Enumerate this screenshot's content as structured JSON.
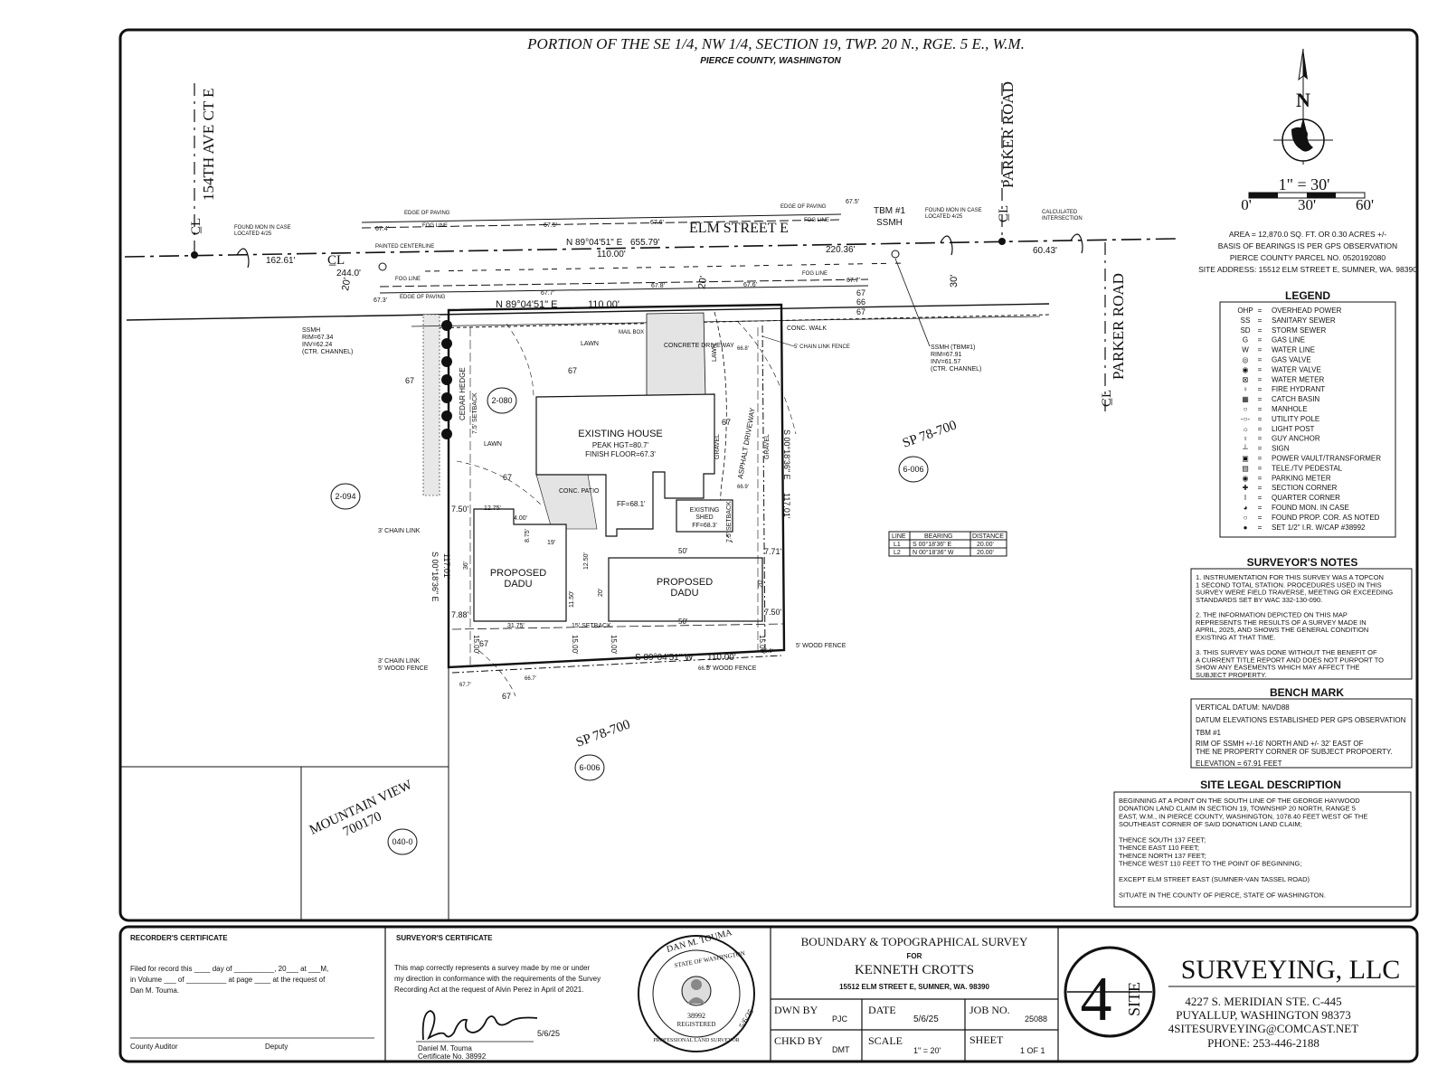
{
  "header": {
    "title": "PORTION OF THE SE 1/4, NW 1/4, SECTION 19, TWP. 20 N., RGE. 5 E., W.M.",
    "county": "PIERCE COUNTY, WASHINGTON"
  },
  "roads": {
    "ave": "154TH AVE CT E",
    "parker": "PARKER ROAD",
    "elm": "ELM STREET E",
    "cl": "C̲L"
  },
  "north": {
    "n": "N",
    "scale": "1\" = 30'",
    "t0": "0'",
    "t1": "30'",
    "t2": "60'"
  },
  "info": {
    "area": "AREA = 12,870.0 SQ. FT. OR 0.30 ACRES +/-",
    "basis": "BASIS OF BEARINGS IS PER GPS OBSERVATION",
    "parcel": "PIERCE COUNTY PARCEL NO. 0520192080",
    "site": "SITE ADDRESS: 15512 ELM STREET E, SUMNER, WA. 98390"
  },
  "legend": {
    "title": "LEGEND",
    "items": [
      {
        "sym": "OHP",
        "desc": "OVERHEAD POWER"
      },
      {
        "sym": "SS",
        "desc": "SANITARY SEWER"
      },
      {
        "sym": "SD",
        "desc": "STORM SEWER"
      },
      {
        "sym": "G",
        "desc": "GAS LINE"
      },
      {
        "sym": "W",
        "desc": "WATER LINE"
      },
      {
        "sym": "◎",
        "desc": "GAS VALVE"
      },
      {
        "sym": "◉",
        "desc": "WATER VALVE"
      },
      {
        "sym": "⊠",
        "desc": "WATER METER"
      },
      {
        "sym": "♀",
        "desc": "FIRE HYDRANT"
      },
      {
        "sym": "▦",
        "desc": "CATCH BASIN"
      },
      {
        "sym": "○",
        "desc": "MANHOLE"
      },
      {
        "sym": "-○-",
        "desc": "UTILITY POLE"
      },
      {
        "sym": "☼",
        "desc": "LIGHT POST"
      },
      {
        "sym": "♀",
        "desc": "GUY ANCHOR"
      },
      {
        "sym": "┴",
        "desc": "SIGN"
      },
      {
        "sym": "▣",
        "desc": "POWER VAULT/TRANSFORMER"
      },
      {
        "sym": "▤",
        "desc": "TELE./TV PEDESTAL"
      },
      {
        "sym": "◉",
        "desc": "PARKING METER"
      },
      {
        "sym": "✚",
        "desc": "SECTION CORNER"
      },
      {
        "sym": "I",
        "desc": "QUARTER CORNER"
      },
      {
        "sym": "◕",
        "desc": "FOUND MON. IN CASE"
      },
      {
        "sym": "○",
        "desc": "FOUND PROP. COR. AS NOTED"
      },
      {
        "sym": "●",
        "desc": "SET 1/2\" I.R. W/CAP #38992"
      }
    ]
  },
  "notes": {
    "title": "SURVEYOR'S NOTES",
    "lines": [
      "1. INSTRUMENTATION FOR THIS SURVEY WAS A TOPCON",
      "1 SECOND TOTAL STATION. PROCEDURES USED IN THIS",
      "SURVEY WERE FIELD TRAVERSE, MEETING OR EXCEEDING",
      "STANDARDS SET BY WAC 332-130-090.",
      "",
      "2. THE INFORMATION DEPICTED ON THIS MAP",
      "REPRESENTS THE RESULTS OF A SURVEY MADE IN",
      "APRIL, 2025, AND SHOWS THE GENERAL CONDITION",
      "EXISTING AT THAT TIME.",
      "",
      "3. THIS SURVEY WAS DONE WITHOUT THE BENEFIT OF",
      "A CURRENT TITLE REPORT AND DOES NOT PURPORT TO",
      "SHOW ANY EASEMENTS WHICH MAY AFFECT THE",
      "SUBJECT PROPERTY."
    ]
  },
  "bench": {
    "title": "BENCH MARK",
    "lines": [
      "VERTICAL DATUM: NAVD88",
      "DATUM ELEVATIONS ESTABLISHED PER GPS OBSERVATION",
      "TBM #1",
      "RIM OF SSMH +/-16' NORTH AND +/- 32' EAST OF",
      "THE NE PROPERTY CORNER OF SUBJECT PROPOERTY.",
      "ELEVATION = 67.91 FEET"
    ]
  },
  "legal": {
    "title": "SITE LEGAL DESCRIPTION",
    "lines": [
      "BEGINNING AT A POINT ON THE SOUTH LINE OF THE GEORGE HAYWOOD",
      "DONATION LAND CLAIM IN SECTION 19, TOWNSHIP 20 NORTH, RANGE 5",
      "EAST, W.M., IN PIERCE COUNTY, WASHINGTON, 1078.40 FEET WEST OF THE",
      "SOUTHEAST CORNER OF SAID DONATION LAND CLAIM;",
      "",
      "THENCE SOUTH 137 FEET;",
      "THENCE EAST 110 FEET;",
      "THENCE NORTH 137 FEET;",
      "THENCE WEST 110 FEET TO THE POINT OF BEGINNING;",
      "",
      "EXCEPT ELM STREET EAST (SUMNER-VAN TASSEL ROAD)",
      "",
      "SITUATE IN THE COUNTY OF PIERCE, STATE OF WASHINGTON."
    ]
  },
  "linetable": {
    "headers": [
      "LINE",
      "BEARING",
      "DISTANCE"
    ],
    "rows": [
      [
        "L1",
        "S 00°18'36\" E",
        "20.00'"
      ],
      [
        "L2",
        "N 00°18'36\" W",
        "20.00'"
      ]
    ]
  },
  "plan": {
    "existing_house": "EXISTING HOUSE",
    "peak": "PEAK HGT=80.7'",
    "finish": "FINISH FLOOR=67.3'",
    "ff1": "FF=68.1'",
    "shed": "EXISTING",
    "shed2": "SHED",
    "shed_ff": "FF=68.3'",
    "dadu1a": "PROPOSED",
    "dadu1b": "DADU",
    "dadu2a": "PROPOSED",
    "dadu2b": "DADU",
    "north_brg": "N 89°04'51\" E",
    "north_dist": "110.00'",
    "south_brg": "S 89°04'51\" W",
    "south_dist": "110.00'",
    "west_brg": "S 00°18'36\" E",
    "west_dist": "117.01'",
    "east_brg": "S 00°18'36\" E",
    "east_dist": "117.01'",
    "cl_brg": "N 89°04'51\" E",
    "cl_dist": "655.79'",
    "d244": "244.0'",
    "d110": "110.00'",
    "d220": "220.36'",
    "d162": "162.61'",
    "d60": "60.43'",
    "sp1": "SP 78-700",
    "sp2": "SP 78-700",
    "mv1": "MOUNTAIN VIEW",
    "mv2": "700170",
    "p2080": "2-080",
    "p2094": "2-094",
    "p6006a": "6-006",
    "p6006b": "6-006",
    "p0400": "040-0",
    "cedar": "CEDAR HEDGE",
    "lawn": "LAWN",
    "conc_drive": "CONCRETE DRIVEWAY",
    "asphalt_drive": "ASPHALT DRIVEWAY",
    "conc_walk": "CONC. WALK",
    "conc_patio": "CONC. PATIO",
    "gravel": "GRAVEL",
    "mailbox": "MAIL BOX",
    "setback15a": "15' SETBACK",
    "setback75": "7.5' SETBACK",
    "ssmh_w": "SSMH",
    "ssmh_w_rim": "RIM=67.34",
    "ssmh_w_inv": "INV=62.24",
    "ssmh_w_ch": "(CTR. CHANNEL)",
    "ssmh_e": "SSMH (TBM#1)",
    "ssmh_e_rim": "RIM=67.91",
    "ssmh_e_inv": "INV=61.57",
    "ssmh_e_ch": "(CTR. CHANNEL)",
    "tbm": "TBM #1",
    "tbm2": "SSMH",
    "found_mon": "FOUND MON IN CASE",
    "found_loc": "LOCATED 4/25",
    "calc_int": "CALCULATED",
    "calc_int2": "INTERSECTION",
    "edge_paving": "EDGE OF PAVING",
    "fog_line": "FOG LINE",
    "painted_cl": "PAINTED CENTERLINE",
    "chain_fence": "5' CHAIN LINK FENCE",
    "wood_fence": "5' WOOD FENCE",
    "chain_link": "3' CHAIN LINK",
    "d20": "20'",
    "d30": "30'",
    "d750": "7.50'",
    "d1275": "12.75'",
    "d400": "4.00'",
    "d875": "8.75'",
    "d19": "19'",
    "d1250": "12.50'",
    "d50a": "50'",
    "d50b": "50'",
    "d771": "7.71'",
    "d788": "7.88'",
    "d3175": "31.75'",
    "d1500a": "15.00'",
    "d1500b": "15.00'",
    "d1500c": "15.00'",
    "d1500d": "15.00'",
    "d36": "36'",
    "d1150": "11.50'",
    "d20b": "20'",
    "e67": "67",
    "e66": "66",
    "e675": "67.5'",
    "e676": "67.6'",
    "e674": "67.4'",
    "e678": "67.8'",
    "e677": "67.7'",
    "e673": "67.3'",
    "e668": "66.8'",
    "e669": "66.9'",
    "e667": "66.7'"
  },
  "recorder": {
    "title": "RECORDER'S CERTIFICATE",
    "l1": "Filed for record this ____ day of __________, 20___ at ___M,",
    "l2": "in Volume ___ of __________ at page ____ at the request of",
    "l3": "Dan M. Touma.",
    "auditor": "County Auditor",
    "deputy": "Deputy"
  },
  "surveyor": {
    "title": "SURVEYOR'S CERTIFICATE",
    "l1": "This map correctly represents a survey made by me or under",
    "l2": "my direction in conformance with the requirements of the Survey",
    "l3": "Recording Act at the request of Alvin Perez in April of 2021.",
    "date": "5/6/25",
    "name": "Daniel M. Touma",
    "cert": "Certificate No. 38992"
  },
  "seal": {
    "name": "DAN M. TOUMA",
    "state": "STATE OF WASHINGTON",
    "num": "38992",
    "reg": "REGISTERED",
    "prof": "PROFESSIONAL LAND SURVEYOR",
    "date": "5/6/25"
  },
  "titleblock": {
    "l1": "BOUNDARY & TOPOGRAPHICAL SURVEY",
    "for": "FOR",
    "client": "KENNETH CROTTS",
    "addr": "15512 ELM STREET E, SUMNER, WA. 98390",
    "dwn_label": "DWN BY",
    "dwn": "PJC",
    "date_label": "DATE",
    "date": "5/6/25",
    "job_label": "JOB NO.",
    "job": "25088",
    "chkd_label": "CHKD BY",
    "chkd": "DMT",
    "scale_label": "SCALE",
    "scale": "1\" = 20'",
    "sheet_label": "SHEET",
    "sheet": "1 OF 1"
  },
  "company": {
    "logo_num": "4",
    "logo_word": "SITE",
    "name": "SURVEYING, LLC",
    "a1": "4227 S. MERIDIAN STE. C-445",
    "a2": "PUYALLUP, WASHINGTON 98373",
    "email": "4SITESURVEYING@COMCAST.NET",
    "phone": "PHONE: 253-446-2188"
  }
}
